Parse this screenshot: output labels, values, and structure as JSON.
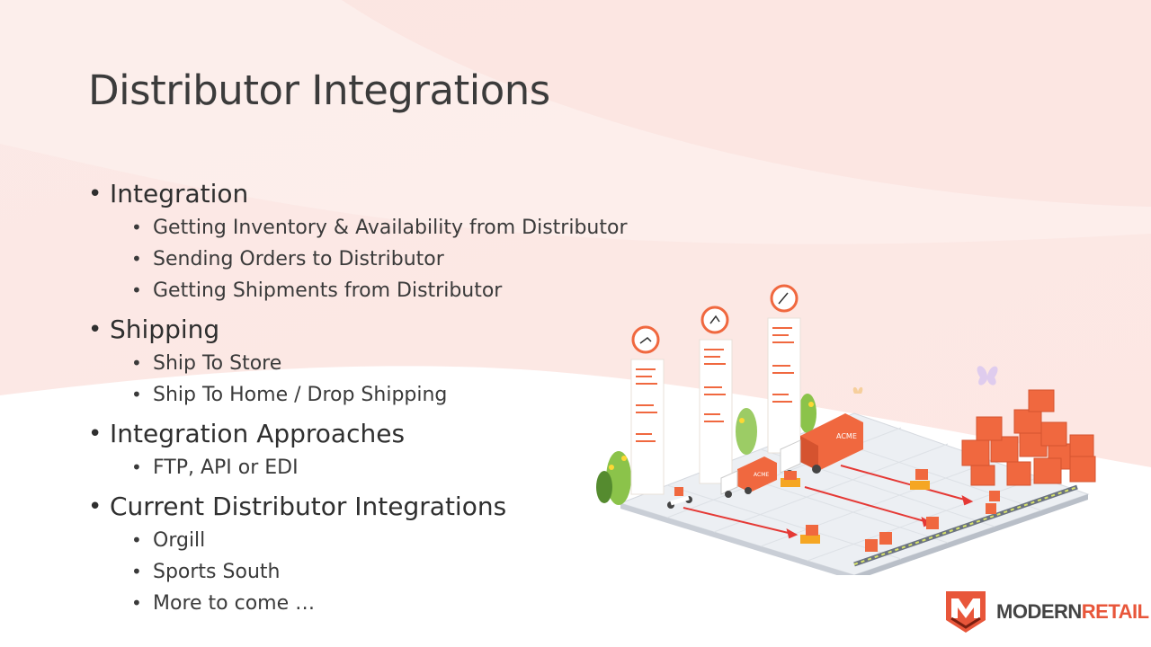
{
  "slide": {
    "title": "Distributor Integrations",
    "bullets": [
      {
        "label": "Integration",
        "children": [
          "Getting Inventory & Availability from Distributor",
          "Sending Orders to Distributor",
          "Getting Shipments from Distributor"
        ]
      },
      {
        "label": "Shipping",
        "children": [
          "Ship To Store",
          "Ship To Home / Drop Shipping"
        ]
      },
      {
        "label": "Integration Approaches",
        "children": [
          "FTP, API or EDI"
        ]
      },
      {
        "label": "Current Distributor Integrations",
        "children": [
          "Orgill",
          "Sports South",
          "More to come …"
        ]
      }
    ]
  },
  "illustration": {
    "truck_label_1": "ACME",
    "truck_label_2": "ACME"
  },
  "logo": {
    "word1": "MODERN",
    "word2": "RETAIL"
  },
  "colors": {
    "accent": "#f0683f",
    "background_tint": "#fbe6e2",
    "text": "#333333"
  }
}
